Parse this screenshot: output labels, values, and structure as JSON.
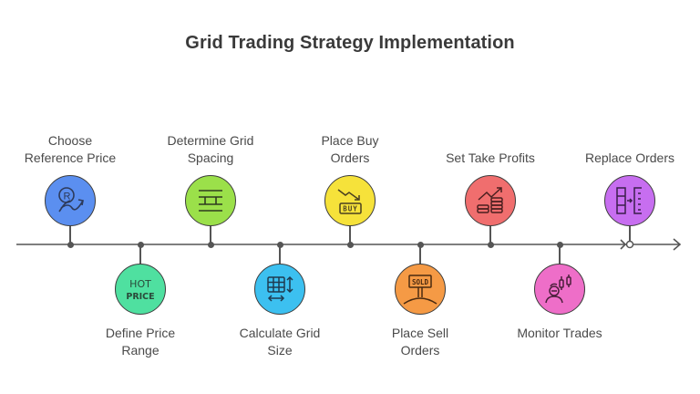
{
  "title": "Grid Trading Strategy Implementation",
  "timeline": {
    "line_color": "#555555",
    "steps": [
      {
        "id": 1,
        "label": "Choose Reference Price",
        "lines": [
          "Choose",
          "Reference Price"
        ],
        "position": "top",
        "color": "#5b8ff0",
        "icon": "reference-price-icon"
      },
      {
        "id": 2,
        "label": "Define Price Range",
        "lines": [
          "Define Price",
          "Range"
        ],
        "position": "bottom",
        "color": "#4fe0a0",
        "icon": "hot-price-icon",
        "icon_text": [
          "HOT",
          "PRICE"
        ]
      },
      {
        "id": 3,
        "label": "Determine Grid Spacing",
        "lines": [
          "Determine Grid",
          "Spacing"
        ],
        "position": "top",
        "color": "#9be04a",
        "icon": "grid-spacing-icon"
      },
      {
        "id": 4,
        "label": "Calculate Grid Size",
        "lines": [
          "Calculate Grid",
          "Size"
        ],
        "position": "bottom",
        "color": "#3cc0f0",
        "icon": "grid-size-icon"
      },
      {
        "id": 5,
        "label": "Place Buy Orders",
        "lines": [
          "Place Buy",
          "Orders"
        ],
        "position": "top",
        "color": "#f6e23a",
        "icon": "buy-icon",
        "icon_text": [
          "BUY"
        ]
      },
      {
        "id": 6,
        "label": "Place Sell Orders",
        "lines": [
          "Place Sell",
          "Orders"
        ],
        "position": "bottom",
        "color": "#f59a45",
        "icon": "sold-sign-icon",
        "icon_text": [
          "SOLD"
        ]
      },
      {
        "id": 7,
        "label": "Set Take Profits",
        "lines": [
          "Set Take Profits"
        ],
        "position": "top",
        "color": "#f06e6e",
        "icon": "profit-coins-icon"
      },
      {
        "id": 8,
        "label": "Monitor Trades",
        "lines": [
          "Monitor Trades"
        ],
        "position": "bottom",
        "color": "#ee6ec8",
        "icon": "monitor-trader-icon"
      },
      {
        "id": 9,
        "label": "Replace Orders",
        "lines": [
          "Replace Orders"
        ],
        "position": "top",
        "color": "#c76ef0",
        "icon": "replace-orders-icon"
      }
    ]
  }
}
